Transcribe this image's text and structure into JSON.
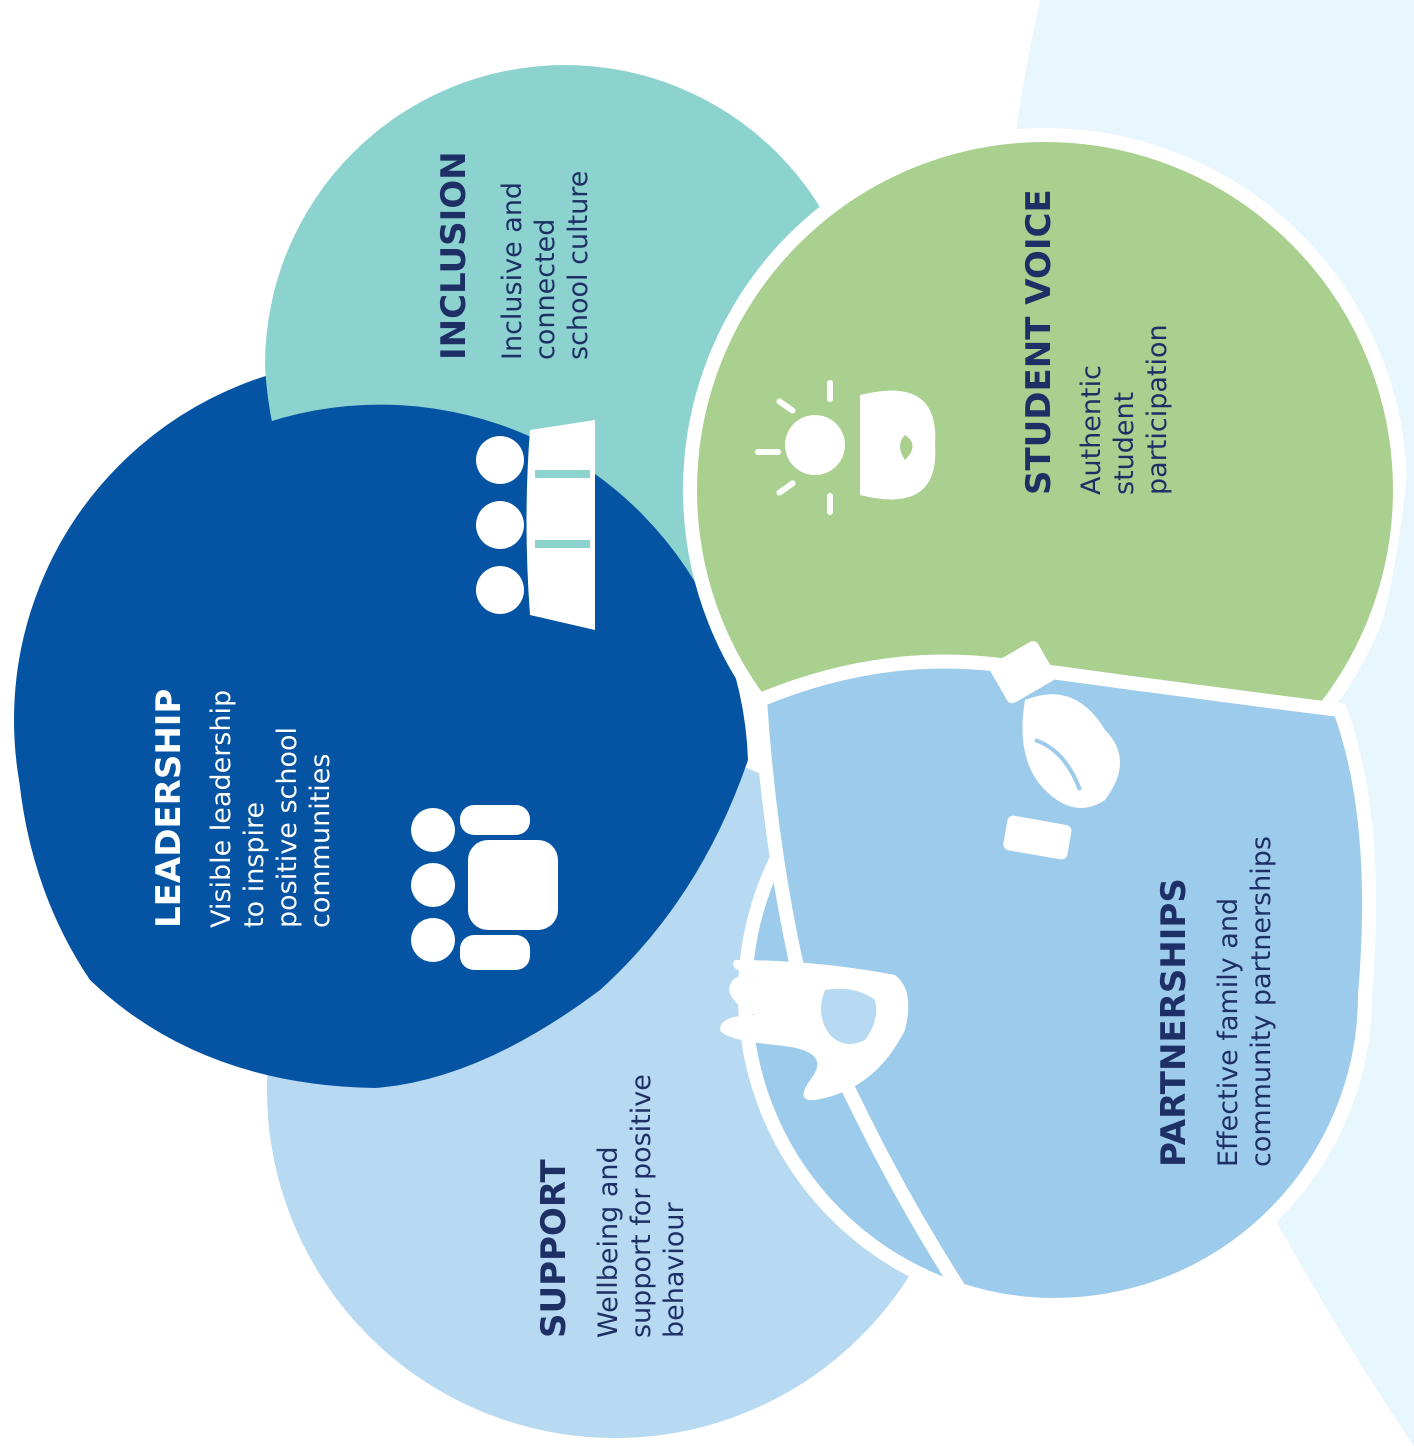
{
  "colors": {
    "background_shape": "#e8f6fd",
    "inclusion": "#8cd3cf",
    "student_voice": "#a9d08e",
    "leadership": "#0553a3",
    "partnerships": "#9ccbeb",
    "support": "#b7d9f1",
    "divider": "#ffffff",
    "text_dark": "#1e2f66",
    "text_light": "#ffffff"
  },
  "petals": {
    "inclusion": {
      "title": "INCLUSION",
      "lines": [
        "Inclusive and",
        "connected",
        "school culture"
      ],
      "icon": "group-of-people-icon"
    },
    "student_voice": {
      "title": "STUDENT VOICE",
      "lines": [
        "Authentic",
        "student",
        "participation"
      ],
      "icon": "lightbulb-idea-person-icon"
    },
    "leadership": {
      "title": "LEADERSHIP",
      "lines": [
        "Visible leadership",
        "to inspire",
        "positive school",
        "communities"
      ],
      "icon": "leader-with-team-icon"
    },
    "partnerships": {
      "title": "PARTNERSHIPS",
      "lines": [
        "Effective family and",
        "community partnerships"
      ],
      "icon": "handshake-icon"
    },
    "support": {
      "title": "SUPPORT",
      "lines": [
        "Wellbeing and",
        "support for positive",
        "behaviour"
      ],
      "icon": "adult-and-child-hand-icon"
    }
  }
}
